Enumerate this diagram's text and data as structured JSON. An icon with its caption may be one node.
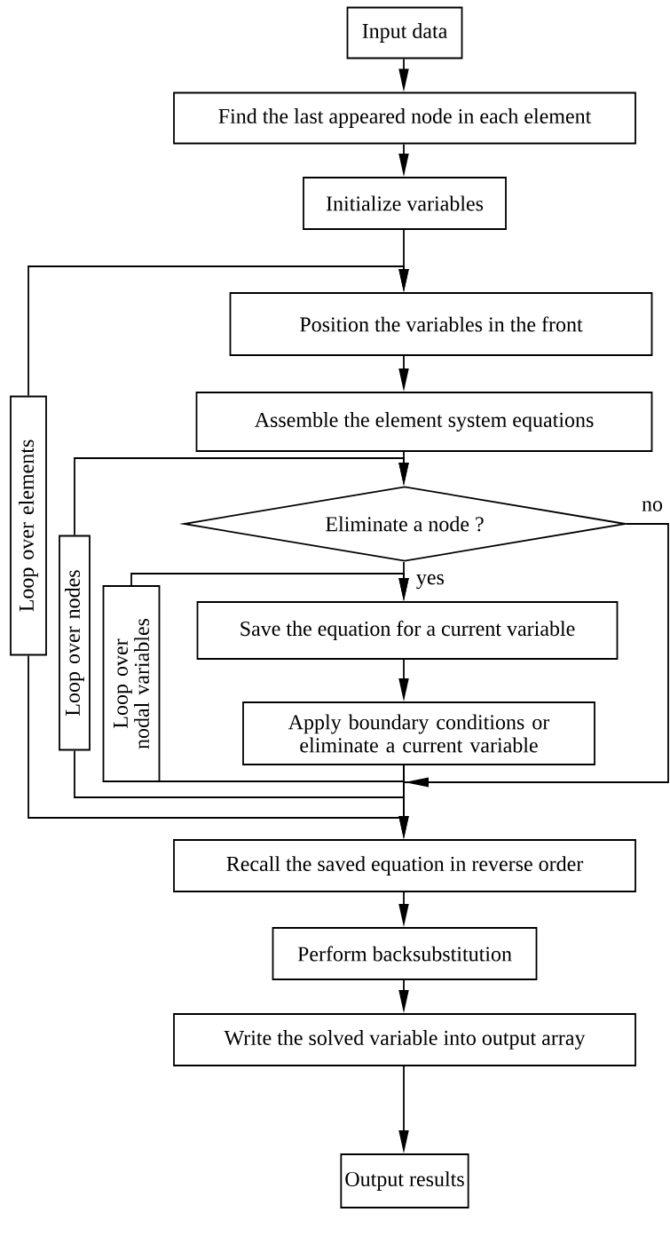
{
  "diagram": {
    "nodes": [
      {
        "text": [
          "Input data"
        ]
      },
      {
        "text": [
          "Find the last appeared node in each element"
        ]
      },
      {
        "text": [
          "Initialize variables"
        ]
      },
      {
        "text": [
          "Position the variables in the front"
        ]
      },
      {
        "text": [
          "Assemble the element system equations"
        ]
      },
      {
        "text": [
          "Eliminate a node ?"
        ]
      },
      {
        "text": [
          "Loop over elements"
        ]
      },
      {
        "text": [
          "Loop over nodes"
        ]
      },
      {
        "text": [
          "Loop over nodal variables"
        ]
      },
      {
        "text": [
          "Save the equation for a current variable"
        ]
      },
      {
        "text": [
          "Apply boundary conditions or eliminate a current variable"
        ]
      },
      {
        "text": [
          "Recall the saved equation in reverse order"
        ]
      },
      {
        "text": [
          "Perform backsubstitution"
        ]
      },
      {
        "text": [
          "Write the solved variable into output array"
        ]
      },
      {
        "text": [
          "Output results"
        ]
      }
    ],
    "edges": [
      {
        "from": 0,
        "to": 1,
        "arrow": "to"
      },
      {
        "from": 1,
        "to": 2,
        "arrow": "to"
      },
      {
        "from": 2,
        "to": 3,
        "arrow": "to"
      },
      {
        "from": 3,
        "to": 4,
        "arrow": "to"
      },
      {
        "from": 4,
        "to": 5,
        "arrow": "to"
      },
      {
        "from": 5,
        "to": 9,
        "arrow": "to",
        "label": "yes"
      },
      {
        "from": 9,
        "to": 10,
        "arrow": "to"
      },
      {
        "from": 10,
        "to": 11,
        "arrow": "to"
      },
      {
        "from": 5,
        "to": 11,
        "arrow": "to",
        "label": "no"
      },
      {
        "from": 10,
        "to": 8,
        "arrow": "none"
      },
      {
        "from": 8,
        "to": 9,
        "arrow": "to"
      },
      {
        "from": 10,
        "to": 7,
        "arrow": "none"
      },
      {
        "from": 7,
        "to": 5,
        "arrow": "to"
      },
      {
        "from": 10,
        "to": 6,
        "arrow": "none"
      },
      {
        "from": 6,
        "to": 3,
        "arrow": "to"
      },
      {
        "from": 11,
        "to": 12,
        "arrow": "to"
      },
      {
        "from": 12,
        "to": 13,
        "arrow": "to"
      },
      {
        "from": 13,
        "to": 14,
        "arrow": "to"
      }
    ]
  }
}
